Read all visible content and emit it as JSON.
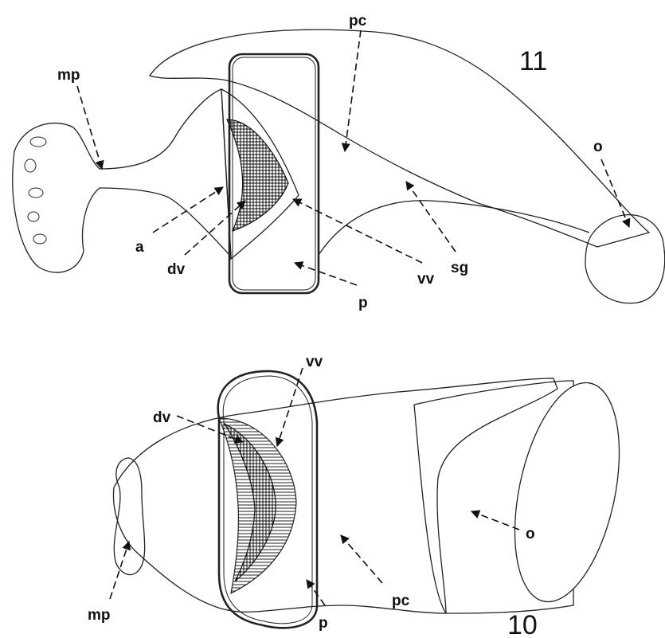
{
  "figure_11": {
    "number": "11",
    "labels": {
      "mp": "mp",
      "pc": "pc",
      "o": "o",
      "a": "a",
      "dv": "dv",
      "vv": "vv",
      "sg": "sg",
      "p": "p"
    }
  },
  "figure_10": {
    "number": "10",
    "labels": {
      "dv": "dv",
      "vv": "vv",
      "mp": "mp",
      "pc": "pc",
      "o": "o",
      "p": "p"
    }
  }
}
